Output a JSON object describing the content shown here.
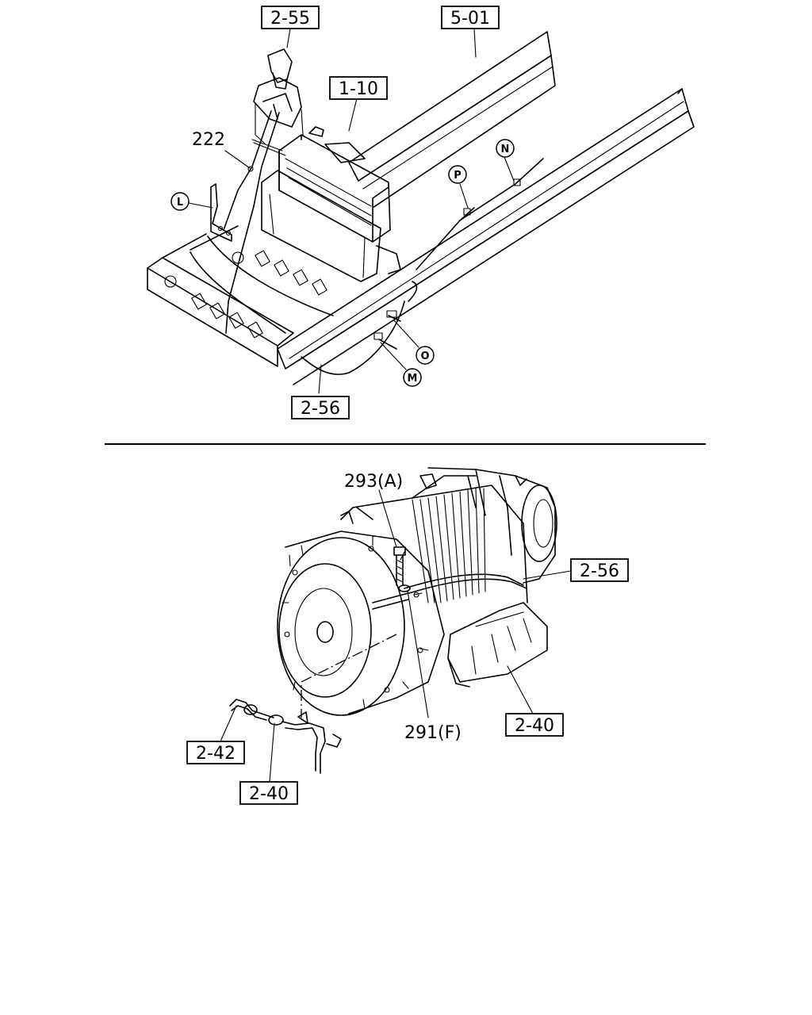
{
  "callouts": {
    "top_2_55": "2-55",
    "top_5_01": "5-01",
    "top_1_10": "1-10",
    "top_2_56": "2-56",
    "bottom_2_56": "2-56",
    "bottom_2_40_right": "2-40",
    "bottom_2_42": "2-42",
    "bottom_2_40_left": "2-40"
  },
  "part_numbers": {
    "p222": "222",
    "p293": "293(A)",
    "p291": "291(F)"
  },
  "circle_markers": {
    "L": "L",
    "P": "P",
    "N": "N",
    "O": "O",
    "M": "M"
  }
}
